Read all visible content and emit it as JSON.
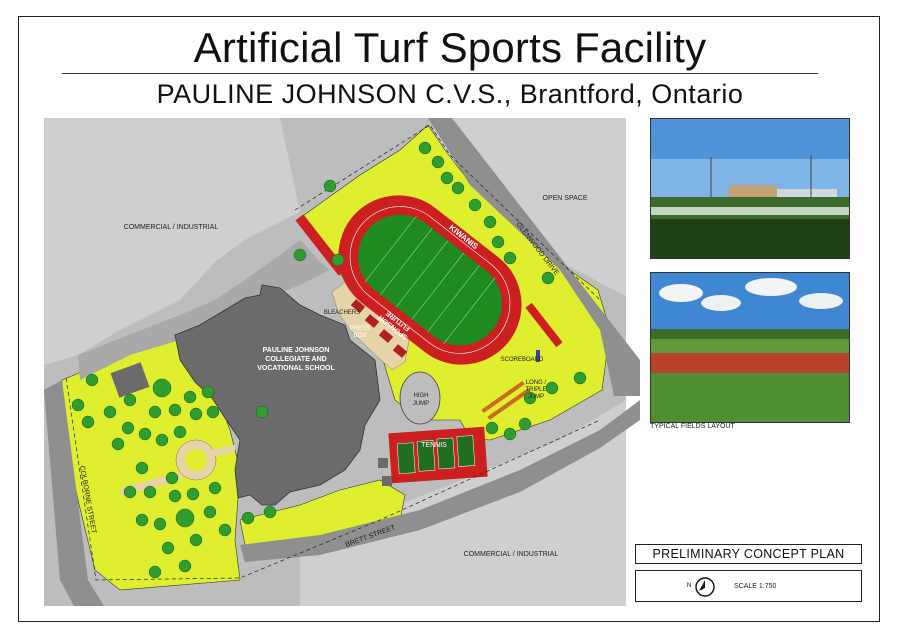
{
  "header": {
    "title": "Artificial Turf Sports Facility",
    "subtitle": "PAULINE JOHNSON C.V.S., Brantford, Ontario"
  },
  "map_labels": {
    "commercial_nw": "COMMERCIAL / INDUSTRIAL",
    "open_space": "OPEN SPACE",
    "glenwood": "GLENWOOD DRIVE",
    "school_line1": "PAULINE JOHNSON",
    "school_line2": "COLLEGIATE AND",
    "school_line3": "VOCATIONAL SCHOOL",
    "bleachers": "BLEACHERS",
    "press_box_1": "PRESS",
    "press_box_2": "BOX",
    "kiwanis": "KIWANIS",
    "sponsor_1": "FUTURE",
    "sponsor_2": "SPONSOR",
    "scoreboard": "SCOREBOARD",
    "long_jump_1": "LONG /",
    "long_jump_2": "TRIPLE",
    "long_jump_3": "JUMP",
    "high_jump_1": "HIGH",
    "high_jump_2": "JUMP",
    "tennis": "TENNIS",
    "colborne": "COLBORNE STREET",
    "brett": "BRETT STREET",
    "commercial_se": "COMMERCIAL / INDUSTRIAL"
  },
  "photos": {
    "caption": "TYPICAL FIELDS LAYOUT"
  },
  "legend": {
    "plan_title": "PRELIMINARY CONCEPT PLAN",
    "north_letter": "N",
    "scale": "SCALE 1:750"
  },
  "colors": {
    "site_grey": "#bdbdbd",
    "road_grey": "#8f8f8f",
    "building": "#6b6b6b",
    "lawn": "#dfee2f",
    "track": "#cc1f1f",
    "field": "#1f8a1f",
    "tree": "#2f9e2f",
    "paving": "#e6d3a8"
  }
}
